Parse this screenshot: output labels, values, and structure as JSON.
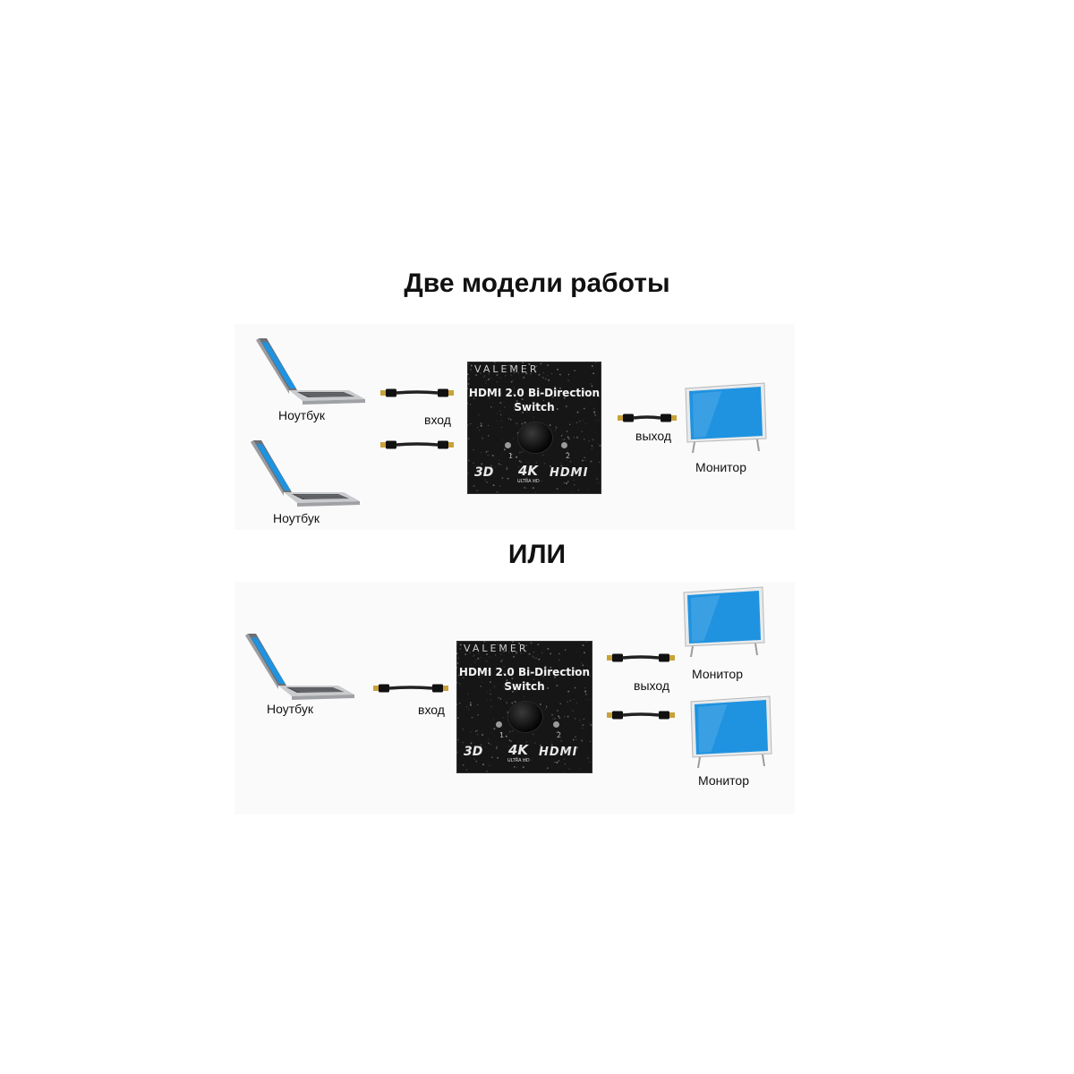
{
  "title": "Две модели работы",
  "or_text": "ИЛИ",
  "scheme_1": {
    "laptop_label_1": "Ноутбук",
    "laptop_label_2": "Ноутбук",
    "input_label": "вход",
    "output_label": "выход",
    "monitor_label": "Монитор"
  },
  "scheme_2": {
    "laptop_label": "Ноутбук",
    "input_label": "вход",
    "output_label": "выход",
    "monitor_label_1": "Монитор",
    "monitor_label_2": "Монитор"
  },
  "device": {
    "brand": "VALEMER",
    "title_line1": "HDMI 2.0 Bi-Direction",
    "title_line2": "Switch",
    "led_1": "1",
    "led_2": "2",
    "logo_3d": "3D",
    "logo_4k": "4K",
    "logo_uhd": "ULTRA HD",
    "logo_hdmi": "HDMI"
  },
  "colors": {
    "screen_blue": "#1f93e0",
    "laptop_silver": "#c9cbcd",
    "switch_body": "#161616",
    "cable": "#222222",
    "connector_gold": "#c9a23a"
  },
  "icons": [
    "laptop-icon",
    "hdmi-cable-icon",
    "hdmi-switch-icon",
    "monitor-icon"
  ]
}
